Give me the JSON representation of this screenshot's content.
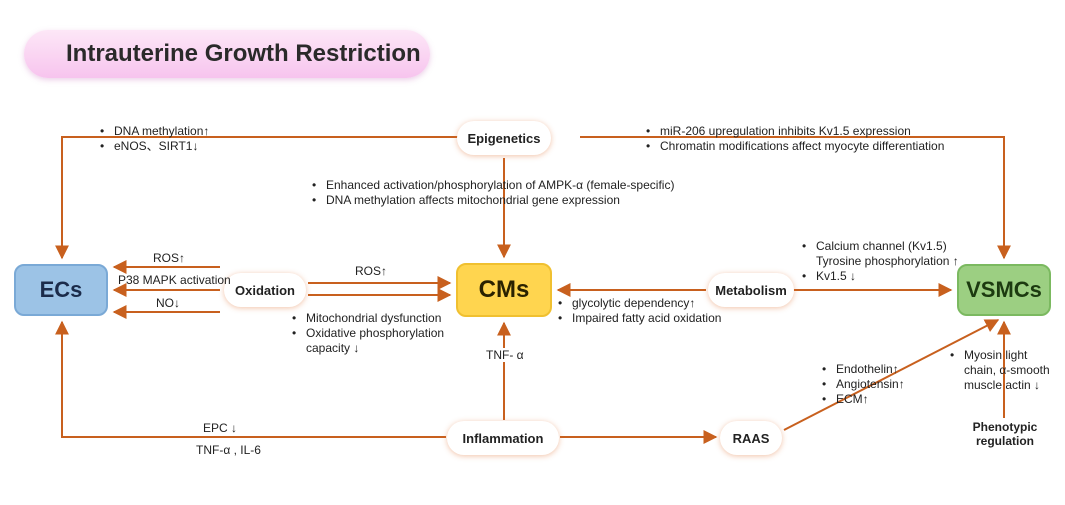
{
  "title": "Intrauterine Growth Restriction",
  "cells": {
    "ecs": "ECs",
    "cms": "CMs",
    "vsmcs": "VSMCs"
  },
  "mechanisms": {
    "epigenetics": "Epigenetics",
    "oxidation": "Oxidation",
    "metabolism": "Metabolism",
    "inflammation": "Inflammation",
    "raas": "RAAS",
    "phenotypic": [
      "Phenotypic",
      "regulation"
    ]
  },
  "annotations": {
    "epi_ecs": [
      "DNA methylation↑",
      "eNOS、SIRT1↓"
    ],
    "epi_vsmcs": [
      "miR-206 upregulation inhibits Kv1.5 expression",
      "Chromatin modifications affect myocyte differentiation"
    ],
    "epi_cms": [
      "Enhanced activation/phosphorylation of AMPK-α (female-specific)",
      "DNA methylation affects mitochondrial gene expression"
    ],
    "ox_ecs": [
      "ROS↑",
      "P38 MAPK activation",
      "NO↓"
    ],
    "ox_cms_top": "ROS↑",
    "ox_cms": [
      "Mitochondrial dysfunction",
      "Oxidative phosphorylation capacity ↓"
    ],
    "met_cms": [
      "glycolytic dependency↑",
      "Impaired fatty acid oxidation"
    ],
    "met_vsmcs": [
      "Calcium channel (Kv1.5) Tyrosine phosphorylation ↑",
      "Kv1.5 ↓"
    ],
    "infl_cms": "TNF- α",
    "infl_ecs": [
      "EPC ↓",
      "TNF-α , IL-6"
    ],
    "raas_vsmcs": [
      "Endothelin↑",
      "Angiotensin↑",
      "ECM↑"
    ],
    "pheno_vsmcs": [
      "Myosin light chain, α-smooth muscle actin ↓"
    ]
  },
  "colors": {
    "arrow": "#c8601e",
    "ecs": "#9cc3e6",
    "cms": "#ffd54f",
    "vsmcs": "#9ccf82",
    "title_bg": "#f7c4ee"
  }
}
